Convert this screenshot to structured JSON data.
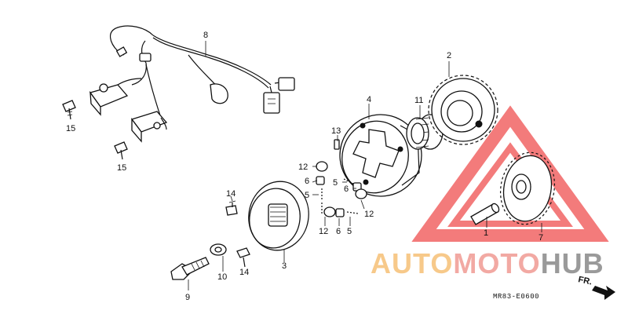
{
  "diagram": {
    "callouts": [
      {
        "id": "c1",
        "label": "1"
      },
      {
        "id": "c2",
        "label": "2"
      },
      {
        "id": "c3",
        "label": "3"
      },
      {
        "id": "c4",
        "label": "4"
      },
      {
        "id": "c5a",
        "label": "5"
      },
      {
        "id": "c5b",
        "label": "5"
      },
      {
        "id": "c5c",
        "label": "5"
      },
      {
        "id": "c6a",
        "label": "6"
      },
      {
        "id": "c6b",
        "label": "6"
      },
      {
        "id": "c6c",
        "label": "6"
      },
      {
        "id": "c7",
        "label": "7"
      },
      {
        "id": "c8",
        "label": "8"
      },
      {
        "id": "c9",
        "label": "9"
      },
      {
        "id": "c10",
        "label": "10"
      },
      {
        "id": "c11",
        "label": "11"
      },
      {
        "id": "c12a",
        "label": "12"
      },
      {
        "id": "c12b",
        "label": "12"
      },
      {
        "id": "c12c",
        "label": "12"
      },
      {
        "id": "c13",
        "label": "13"
      },
      {
        "id": "c14a",
        "label": "14"
      },
      {
        "id": "c14b",
        "label": "14"
      },
      {
        "id": "c15a",
        "label": "15"
      },
      {
        "id": "c15b",
        "label": "15"
      }
    ],
    "drawing_code": "MR83-E0600",
    "direction_label": "FR.",
    "watermark": {
      "part1": "AUTO",
      "part2": "MOTO",
      "part3": "HUB",
      "color_auto": "#f7c98a",
      "color_moto": "#f2a9a3",
      "color_hub": "#9a9a9a",
      "triangle_color": "#f26d6d"
    }
  }
}
